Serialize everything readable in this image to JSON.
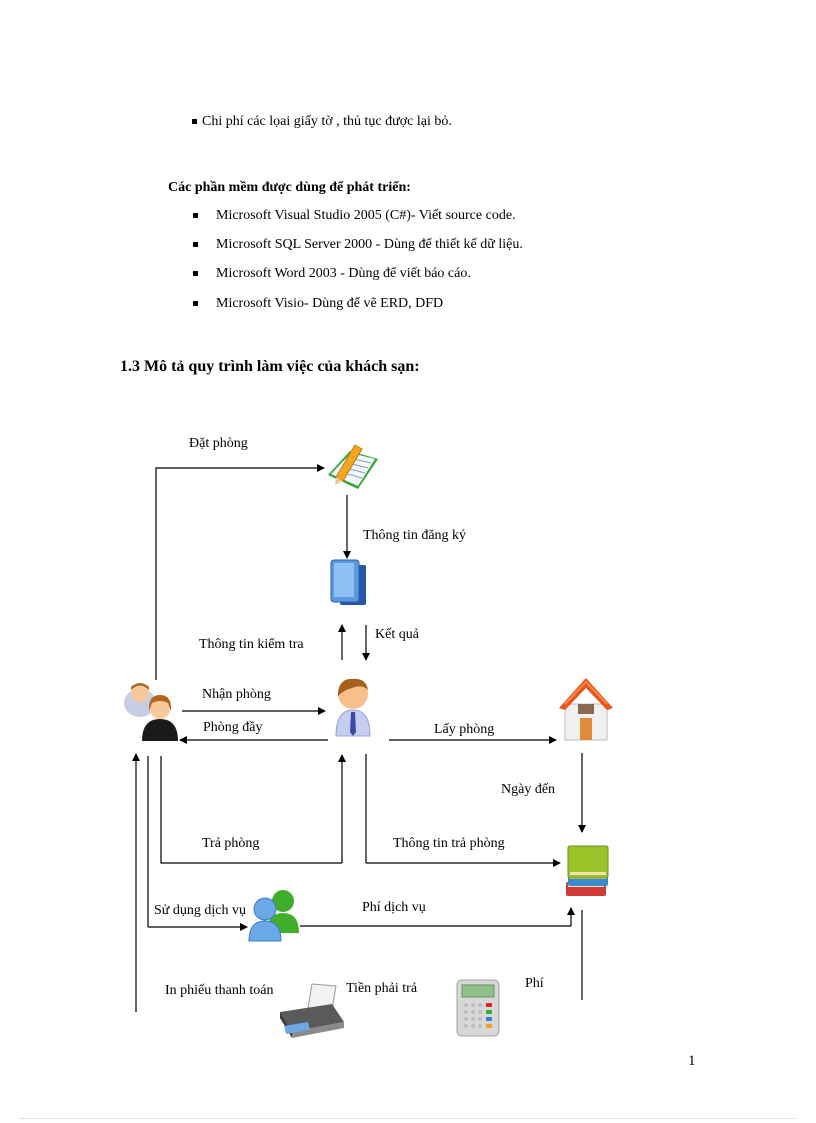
{
  "intro_bullet": "Chi phí các lọai giấy tờ , thủ tục được lại bỏ.",
  "software_section": {
    "title": "Các phần mềm  được dùng để phát triển:",
    "items": [
      "Microsoft  Visual  Studio 2005 (C#)- Viết source code.",
      "Microsoft  SQL Server 2000 - Dùng  để thiết  kế dữ liệu.",
      "Microsoft  Word 2003 - Dùng  để viết báo cáo.",
      "Microsoft  Visio-  Dùng  để vẽ ERD, DFD"
    ]
  },
  "section_heading": "1.3 Mô tả quy trình làm việc của khách  sạn:",
  "diagram": {
    "nodes": {
      "booking_book": {
        "icon": "register-book-pencil-icon"
      },
      "records": {
        "icon": "blue-folders-icon"
      },
      "customers": {
        "icon": "customers-couple-icon"
      },
      "receptionist": {
        "icon": "staff-person-icon"
      },
      "house": {
        "icon": "hotel-house-icon"
      },
      "ledger": {
        "icon": "stacked-books-icon"
      },
      "services": {
        "icon": "service-users-icon"
      },
      "printer": {
        "icon": "printer-icon"
      },
      "calculator": {
        "icon": "calculator-icon"
      }
    },
    "labels": {
      "dat_phong": "Đặt phòng",
      "thong_tin_dang_ky": "Thông  tin  đăng ký",
      "thong_tin_kiem_tra": "Thông  tin  kiểm  tra",
      "ket_qua": "Kết quả",
      "nhan_phong": "Nhận phòng",
      "phong_day": "Phòng đầy",
      "lay_phong": "Lấy phòng",
      "ngay_den": "Ngày đến",
      "tra_phong": "Trả phòng",
      "thong_tin_tra_phong": "Thông  tin  trả phòng",
      "su_dung_dich_vu": "Sử dụng dịch vụ",
      "phi_dich_vu": "Phí  dịch vụ",
      "in_phieu": "In phiếu  thanh  toán",
      "tien_phai_tra": "Tiền  phải trả",
      "phi": "Phí"
    }
  },
  "page_number": "1"
}
